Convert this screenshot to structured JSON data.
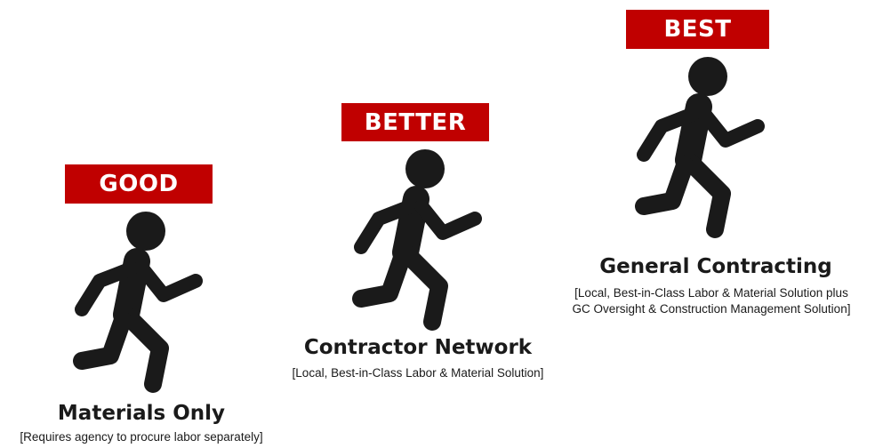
{
  "tiers": [
    {
      "badge": "GOOD",
      "title": "Materials Only",
      "description": [
        "[Requires agency to procure labor separately]"
      ]
    },
    {
      "badge": "BETTER",
      "title": "Contractor Network",
      "description": [
        "[Local, Best-in-Class Labor & Material Solution]"
      ]
    },
    {
      "badge": "BEST",
      "title": "General Contracting",
      "description": [
        "[Local, Best-in-Class Labor & Material Solution plus",
        "GC Oversight & Construction Management Solution]"
      ]
    }
  ],
  "colors": {
    "badge_background": "#c00000",
    "badge_text": "#ffffff",
    "figure": "#1a1a1a"
  },
  "icons": [
    "running-person-icon",
    "running-person-icon",
    "running-person-icon"
  ]
}
